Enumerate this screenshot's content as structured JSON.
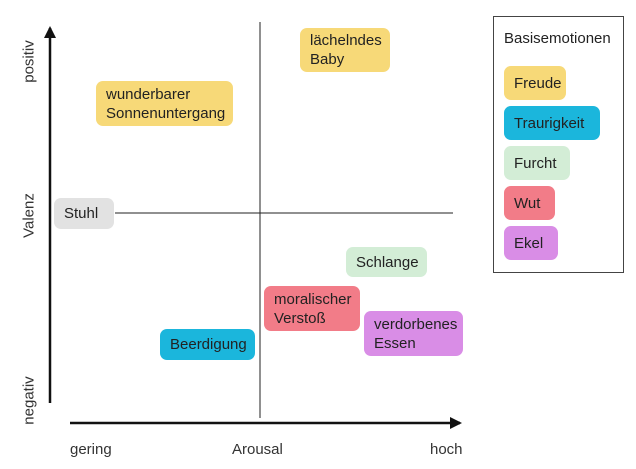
{
  "axes": {
    "x_label": "Arousal",
    "x_low": "gering",
    "x_high": "hoch",
    "y_label": "Valenz",
    "y_low": "negativ",
    "y_high": "positiv"
  },
  "stimuli": [
    {
      "id": "sonnenuntergang",
      "lines": [
        "wunderbarer",
        "Sonnenuntergang"
      ],
      "emotion": "freude"
    },
    {
      "id": "baby",
      "lines": [
        "lächelndes",
        "Baby"
      ],
      "emotion": "freude"
    },
    {
      "id": "stuhl",
      "lines": [
        "Stuhl"
      ],
      "emotion": "neutral"
    },
    {
      "id": "schlange",
      "lines": [
        "Schlange"
      ],
      "emotion": "furcht"
    },
    {
      "id": "verstoss",
      "lines": [
        "moralischer",
        "Verstoß"
      ],
      "emotion": "wut"
    },
    {
      "id": "essen",
      "lines": [
        "verdorbenes",
        "Essen"
      ],
      "emotion": "ekel"
    },
    {
      "id": "beerdigung",
      "lines": [
        "Beerdigung"
      ],
      "emotion": "traurigkeit"
    }
  ],
  "legend": {
    "title": "Basisemotionen",
    "items": [
      {
        "id": "freude",
        "label": "Freude"
      },
      {
        "id": "traurigkeit",
        "label": "Traurigkeit"
      },
      {
        "id": "furcht",
        "label": "Furcht"
      },
      {
        "id": "wut",
        "label": "Wut"
      },
      {
        "id": "ekel",
        "label": "Ekel"
      }
    ]
  },
  "colors": {
    "freude": "#f7d978",
    "traurigkeit": "#1bb6dc",
    "furcht": "#d3edd6",
    "wut": "#f27c88",
    "ekel": "#d98de6",
    "neutral": "#e2e2e2",
    "axis": "#111111"
  }
}
